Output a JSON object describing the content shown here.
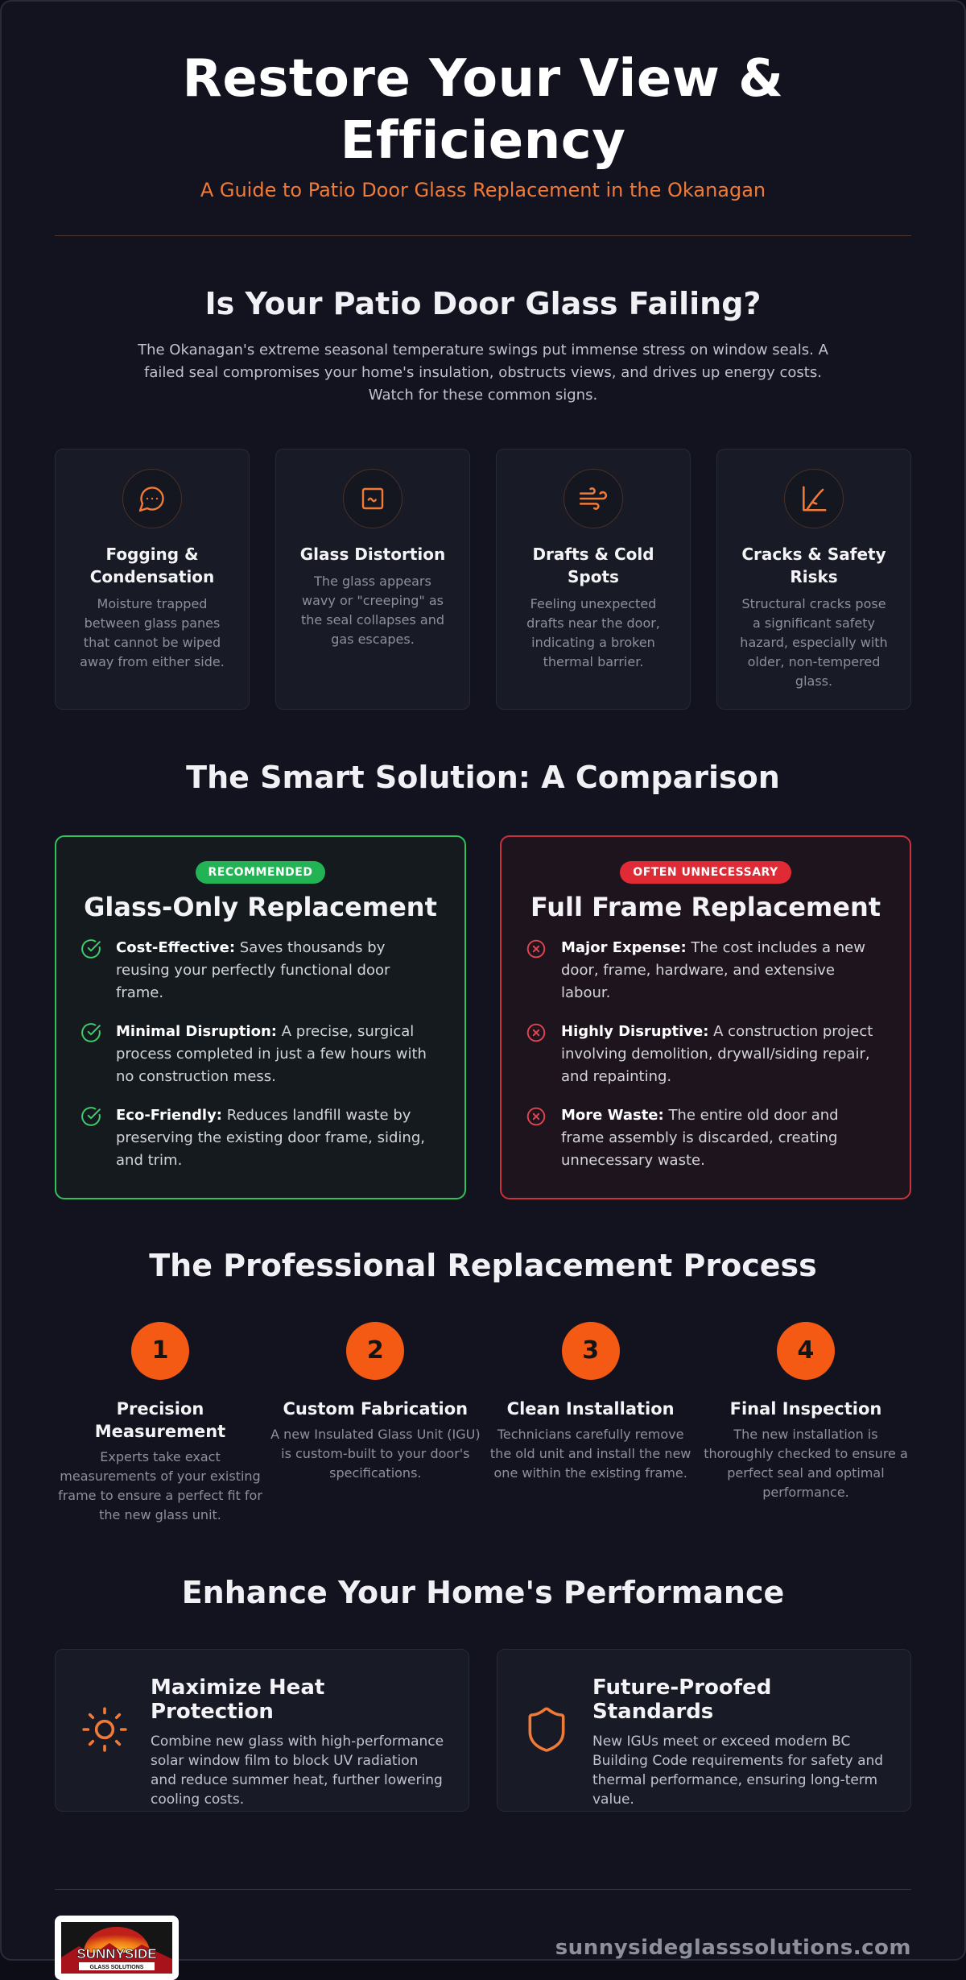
{
  "hero": {
    "title": "Restore Your View & Efficiency",
    "subtitle": "A Guide to Patio Door Glass Replacement in the Okanagan"
  },
  "signs": {
    "title": "Is Your Patio Door Glass Failing?",
    "intro": "The Okanagan's extreme seasonal temperature swings put immense stress on window seals. A failed seal compromises your home's insulation, obstructs views, and drives up energy costs. Watch for these common signs.",
    "cards": [
      {
        "icon": "chat-bubble-icon",
        "title": "Fogging & Condensation",
        "text": "Moisture trapped between glass panes that cannot be wiped away from either side."
      },
      {
        "icon": "distortion-icon",
        "title": "Glass Distortion",
        "text": "The glass appears wavy or \"creeping\" as the seal collapses and gas escapes."
      },
      {
        "icon": "wind-icon",
        "title": "Drafts & Cold Spots",
        "text": "Feeling unexpected drafts near the door, indicating a broken thermal barrier."
      },
      {
        "icon": "crack-icon",
        "title": "Cracks & Safety Risks",
        "text": "Structural cracks pose a significant safety hazard, especially with older, non-tempered glass."
      }
    ]
  },
  "comparison": {
    "title": "The Smart Solution: A Comparison",
    "glass_only": {
      "badge": "RECOMMENDED",
      "title": "Glass-Only Replacement",
      "points": [
        {
          "label": "Cost-Effective:",
          "text": " Saves thousands by reusing your perfectly functional door frame."
        },
        {
          "label": "Minimal Disruption:",
          "text": " A precise, surgical process completed in just a few hours with no construction mess."
        },
        {
          "label": "Eco-Friendly:",
          "text": " Reduces landfill waste by preserving the existing door frame, siding, and trim."
        }
      ]
    },
    "full_frame": {
      "badge": "OFTEN UNNECESSARY",
      "title": "Full Frame Replacement",
      "points": [
        {
          "label": "Major Expense:",
          "text": " The cost includes a new door, frame, hardware, and extensive labour."
        },
        {
          "label": "Highly Disruptive:",
          "text": " A construction project involving demolition, drywall/siding repair, and repainting."
        },
        {
          "label": "More Waste:",
          "text": " The entire old door and frame assembly is discarded, creating unnecessary waste."
        }
      ]
    }
  },
  "process": {
    "title": "The Professional Replacement Process",
    "steps": [
      {
        "num": "1",
        "title": "Precision Measurement",
        "text": "Experts take exact measurements of your existing frame to ensure a perfect fit for the new glass unit."
      },
      {
        "num": "2",
        "title": "Custom Fabrication",
        "text": "A new Insulated Glass Unit (IGU) is custom-built to your door's specifications."
      },
      {
        "num": "3",
        "title": "Clean Installation",
        "text": "Technicians carefully remove the old unit and install the new one within the existing frame."
      },
      {
        "num": "4",
        "title": "Final Inspection",
        "text": "The new installation is thoroughly checked to ensure a perfect seal and optimal performance."
      }
    ]
  },
  "performance": {
    "title": "Enhance Your Home's Performance",
    "features": [
      {
        "icon": "sun-icon",
        "title": "Maximize Heat Protection",
        "text": "Combine new glass with high-performance solar window film to block UV radiation and reduce summer heat, further lowering cooling costs."
      },
      {
        "icon": "shield-icon",
        "title": "Future-Proofed Standards",
        "text": "New IGUs meet or exceed modern BC Building Code requirements for safety and thermal performance, ensuring long-term value."
      }
    ]
  },
  "footer": {
    "logo_text": "SUNNYSIDE",
    "logo_sub": "GLASS SOLUTIONS",
    "website": "sunnysideglasssolutions.com"
  },
  "colors": {
    "accent_orange": "#f45a14",
    "good_green": "#2fc25b",
    "bad_red": "#e02a36",
    "background": "#131320"
  }
}
